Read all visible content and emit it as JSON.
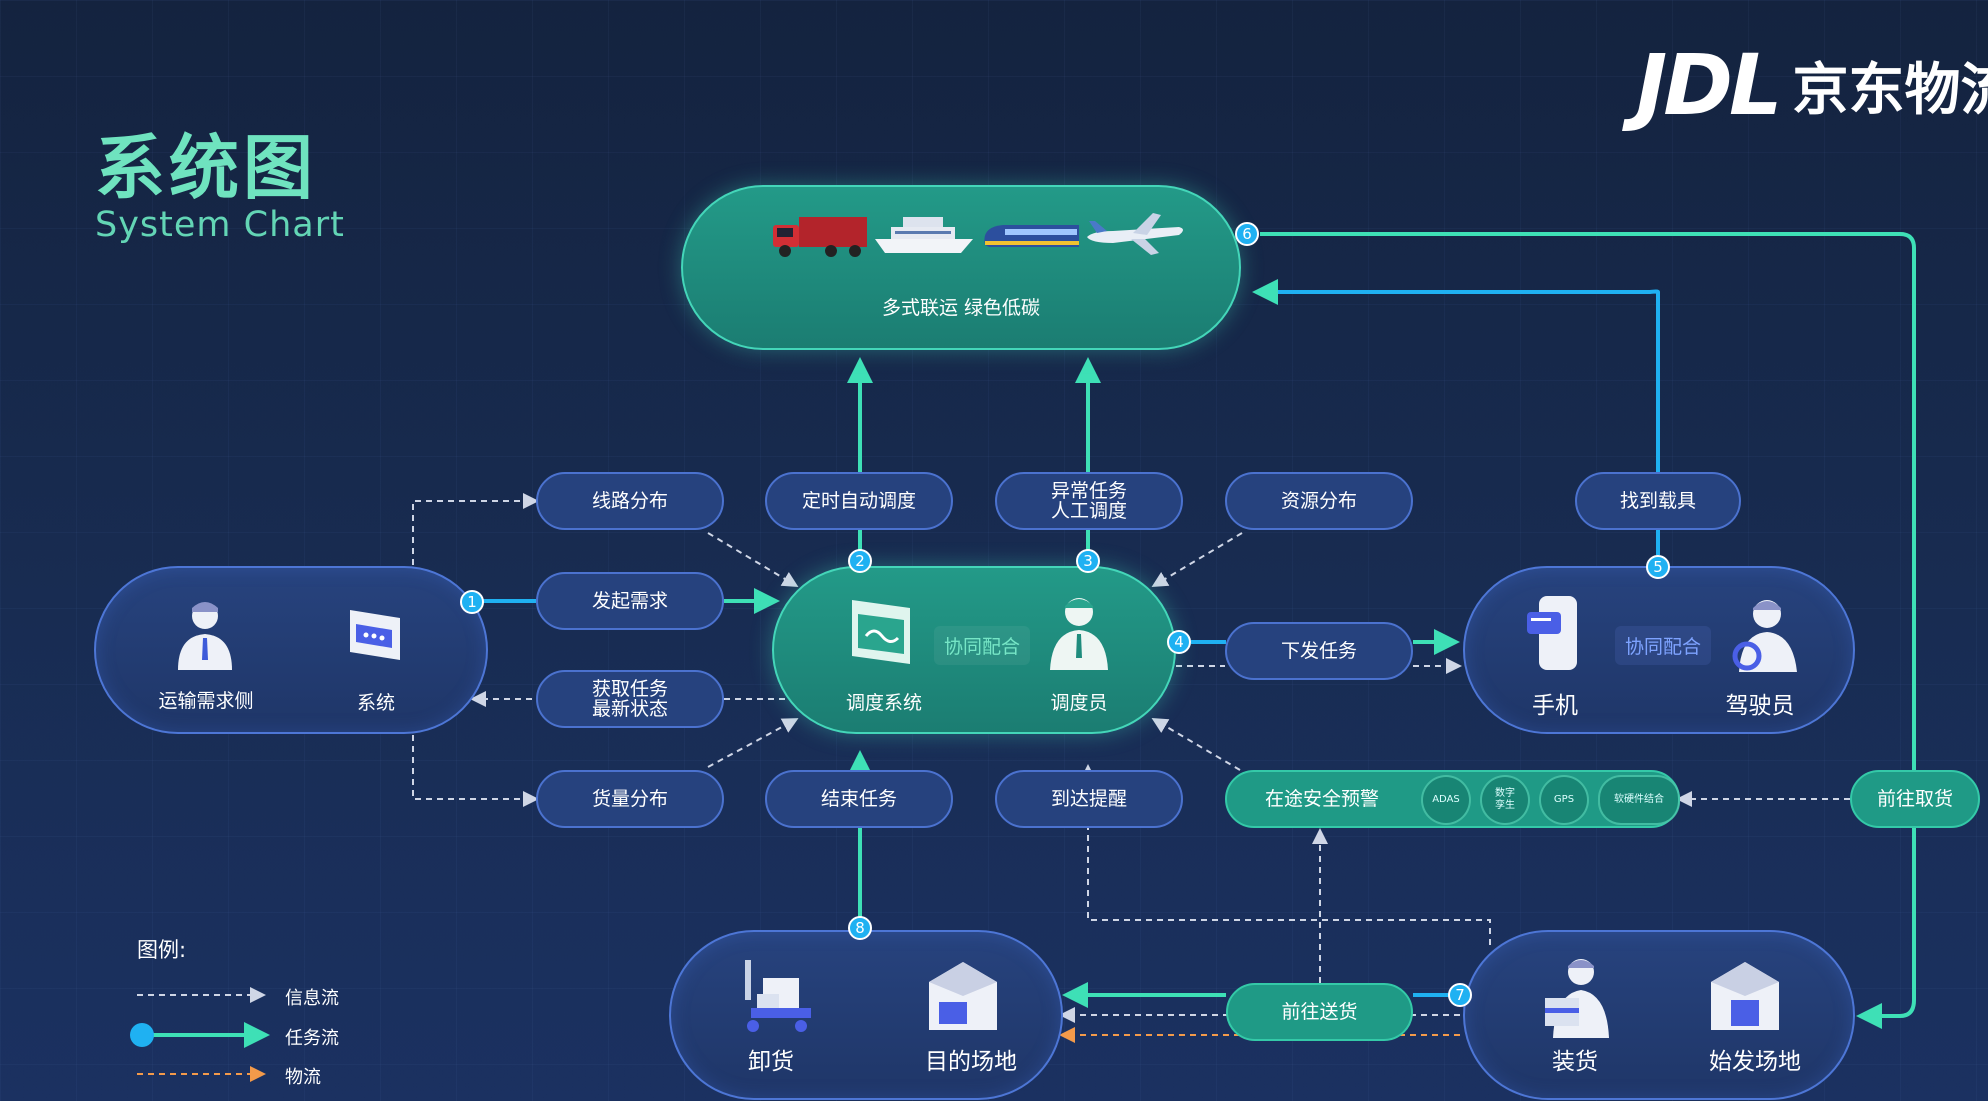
{
  "header": {
    "title": "系统图",
    "subtitle": "System Chart",
    "brand_logo": "JDL",
    "brand_name": "京东物流"
  },
  "colors": {
    "info_flow": "#cfd6e6",
    "task_flow": "#3ee0b6",
    "task_line": "#1fb1f2",
    "logistics_flow": "#f39a4a",
    "teal_panel": "#1f8c7d",
    "blue_panel": "#22396e"
  },
  "nodes": {
    "multimodal": {
      "label": "多式联运 绿色低碳",
      "icons": [
        "truck-icon",
        "cruise-ship-icon",
        "train-icon",
        "airplane-icon"
      ]
    },
    "demand": {
      "person_label": "运输需求侧",
      "system_label": "系统"
    },
    "dispatch": {
      "system_label": "调度系统",
      "coop_label": "协同配合",
      "person_label": "调度员"
    },
    "driver": {
      "phone_label": "手机",
      "coop_label": "协同配合",
      "driver_label": "驾驶员"
    },
    "destination": {
      "unload_label": "卸货",
      "site_label": "目的场地"
    },
    "origin": {
      "load_label": "装货",
      "site_label": "始发场地"
    }
  },
  "pills": {
    "route_dist": "线路分布",
    "timed_dispatch": "定时自动调度",
    "manual_dispatch": "异常任务\n人工调度",
    "resource_dist": "资源分布",
    "find_vehicle": "找到载具",
    "initiate_demand": "发起需求",
    "get_status": "获取任务\n最新状态",
    "cargo_dist": "货量分布",
    "issue_task": "下发任务",
    "end_task": "结束任务",
    "arrival_notice": "到达提醒",
    "safety_alert": "在途安全预警",
    "pickup": "前往取货",
    "delivery": "前往送货"
  },
  "safety_tags": [
    "ADAS",
    "数字\n孪生",
    "GPS",
    "软硬件结合"
  ],
  "step_numbers": [
    "1",
    "2",
    "3",
    "4",
    "5",
    "6",
    "7",
    "8"
  ],
  "legend": {
    "title": "图例:",
    "info": "信息流",
    "task": "任务流",
    "logistics": "物流"
  }
}
